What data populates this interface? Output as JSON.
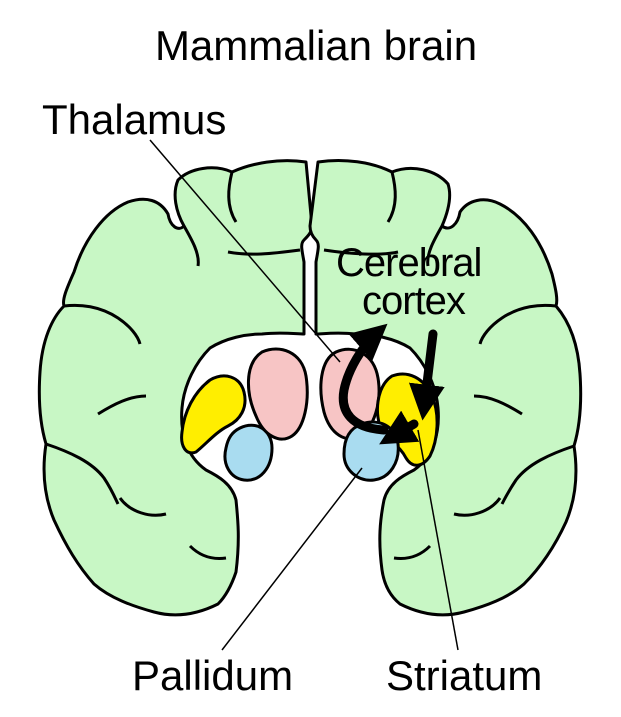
{
  "title": "Mammalian brain",
  "labels": {
    "thalamus": "Thalamus",
    "cortex_line1": "Cerebral",
    "cortex_line2": "cortex",
    "pallidum": "Pallidum",
    "striatum": "Striatum"
  },
  "colors": {
    "cortex_fill": "#c8f7c5",
    "striatum_fill": "#ffee00",
    "pallidum_fill": "#a9dcf0",
    "thalamus_fill": "#f7c5c5",
    "outline": "#000000",
    "background": "#ffffff"
  }
}
